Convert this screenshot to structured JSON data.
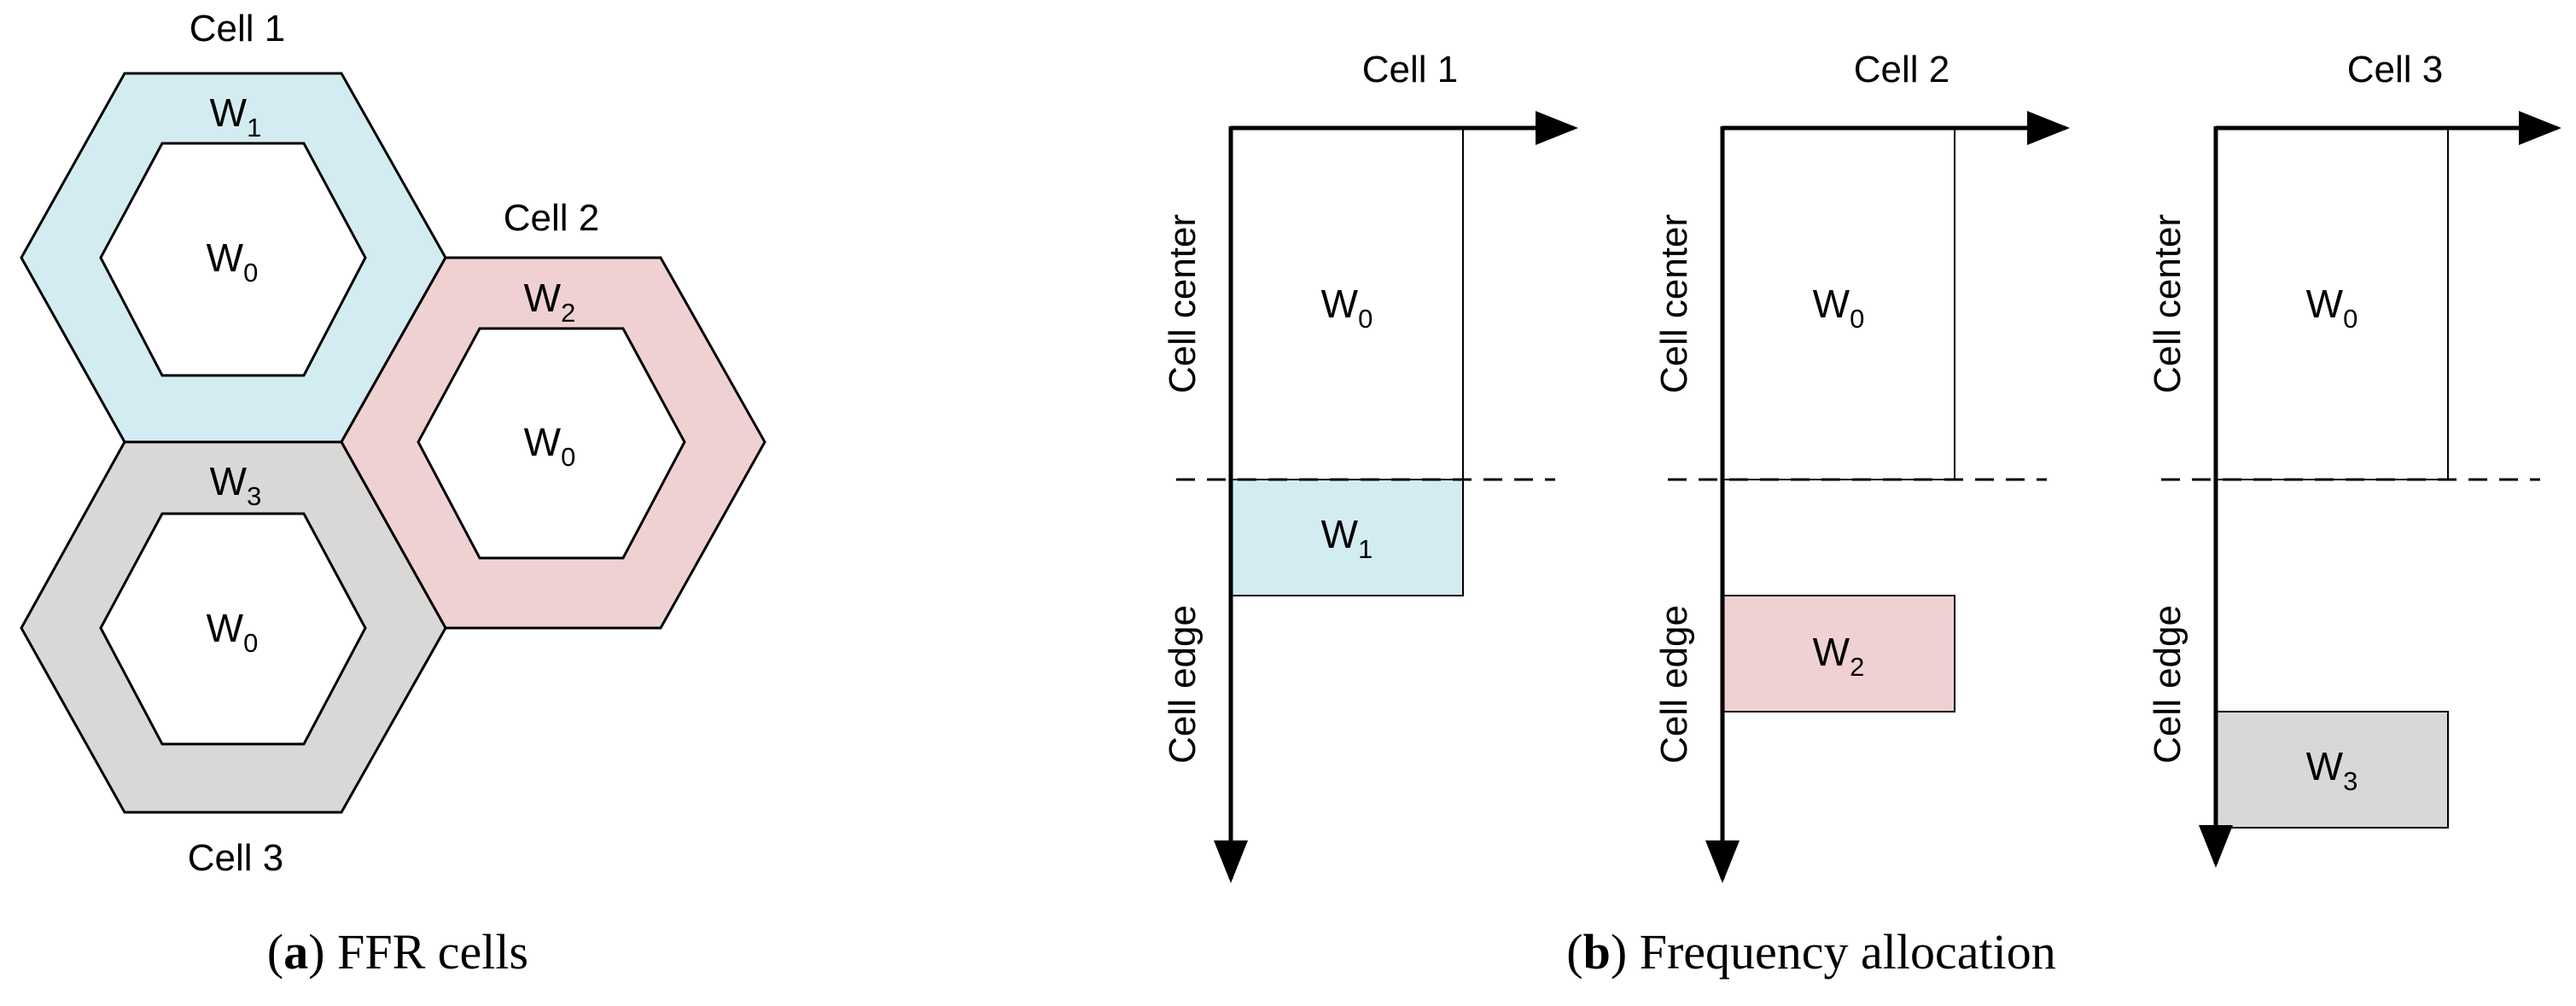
{
  "panel_a": {
    "caption_letter": "a",
    "caption_text": "FFR cells",
    "cells": [
      {
        "label": "Cell 1",
        "edge_band": "W",
        "edge_index": "1",
        "center_band": "W",
        "center_index": "0",
        "edge_color": "#d3ecf1"
      },
      {
        "label": "Cell 2",
        "edge_band": "W",
        "edge_index": "2",
        "center_band": "W",
        "center_index": "0",
        "edge_color": "#f0d1d1"
      },
      {
        "label": "Cell 3",
        "edge_band": "W",
        "edge_index": "3",
        "center_band": "W",
        "center_index": "0",
        "edge_color": "#d9d8d6"
      }
    ]
  },
  "panel_b": {
    "caption_letter": "b",
    "caption_text": "Frequency allocation",
    "axis_label_center": "Cell center",
    "axis_label_edge": "Cell edge",
    "cells": [
      {
        "label": "Cell 1",
        "center_band": "W",
        "center_index": "0",
        "edge_band": "W",
        "edge_index": "1",
        "edge_color": "#d3ecf1"
      },
      {
        "label": "Cell 2",
        "center_band": "W",
        "center_index": "0",
        "edge_band": "W",
        "edge_index": "2",
        "edge_color": "#f0d1d1"
      },
      {
        "label": "Cell 3",
        "center_band": "W",
        "center_index": "0",
        "edge_band": "W",
        "edge_index": "3",
        "edge_color": "#d9d8d6"
      }
    ]
  }
}
